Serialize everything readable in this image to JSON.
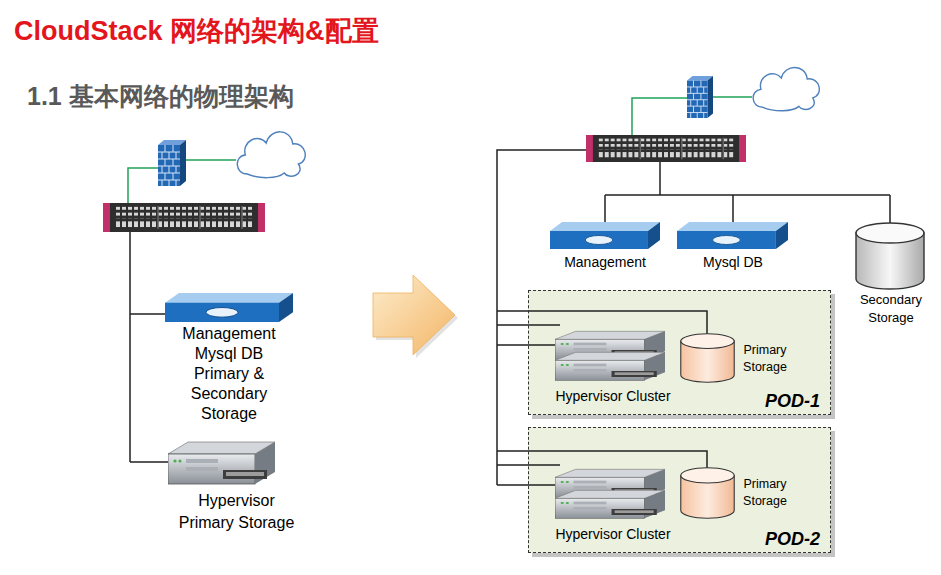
{
  "diagram": {
    "title": "CloudStack 网络的架构&配置",
    "nodes": [
      {
        "text": [
          "Management Mysql DB Primary & Secondary Storage"
        ]
      },
      {
        "text": [
          "Hypervisor Primary Storage"
        ]
      },
      {
        "text": [
          "Management"
        ]
      },
      {
        "text": [
          "Mysql DB"
        ]
      },
      {
        "text": [
          "Secondary Storage"
        ]
      },
      {
        "text": [
          "POD-1"
        ]
      },
      {
        "text": [
          "Hypervisor Cluster"
        ],
        "in": 5
      },
      {
        "text": [
          "Primary Storage"
        ],
        "in": 5
      },
      {
        "text": [
          "POD-2"
        ]
      },
      {
        "text": [
          "Hypervisor Cluster"
        ],
        "in": 8
      },
      {
        "text": [
          "Primary Storage"
        ],
        "in": 8
      }
    ],
    "labels": [
      "1.1 基本网络的物理架构"
    ]
  }
}
